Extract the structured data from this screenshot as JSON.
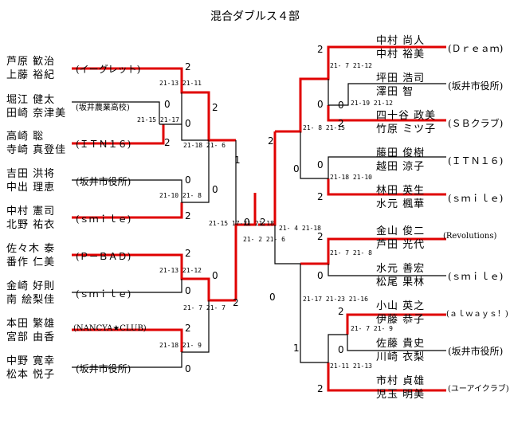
{
  "title": "混合ダブルス４部",
  "teams": [
    {
      "p1": "芦原 歓治",
      "p2": "上藤 裕紀",
      "club": "(イーグレット)"
    },
    {
      "p1": "堀江 健太",
      "p2": "田崎 奈津美",
      "club": "(坂井農業高校)"
    },
    {
      "p1": "高崎 聡",
      "p2": "寺崎 真登佳",
      "club": "(ＩＴＮ１６)"
    },
    {
      "p1": "吉田 洪将",
      "p2": "中出 理恵",
      "club": "(坂井市役所)"
    },
    {
      "p1": "中村 憲司",
      "p2": "北野 祐衣",
      "club": "(ｓｍｉｌｅ)"
    },
    {
      "p1": "佐々木 泰",
      "p2": "番作 仁美",
      "club": "(Ｐ－ＢＡＤ)"
    },
    {
      "p1": "金崎 好則",
      "p2": "南 絵梨佳",
      "club": "(ｓｍｉｌｅ)"
    },
    {
      "p1": "本田 繁雄",
      "p2": "宮部 由香",
      "club": "(NANCYA★CLUB)"
    },
    {
      "p1": "中野 寛幸",
      "p2": "松本 悦子",
      "club": "(坂井市役所)"
    },
    {
      "p1": "中村 尚人",
      "p2": "中村 裕美",
      "club": "(Ｄｒｅａｍ)"
    },
    {
      "p1": "坪田 浩司",
      "p2": "澤田 智",
      "club": "(坂井市役所)"
    },
    {
      "p1": "四十谷 政美",
      "p2": "竹原 ミツ子",
      "club": "(ＳＢクラブ)"
    },
    {
      "p1": "藤田 俊樹",
      "p2": "越田 涼子",
      "club": "(ＩＴＮ１６)"
    },
    {
      "p1": "林田 英生",
      "p2": "水元 楓華",
      "club": "(ｓｍｉｌｅ)"
    },
    {
      "p1": "金山 俊二",
      "p2": "芦田 光代",
      "club": "(Revolutions)"
    },
    {
      "p1": "水元 善宏",
      "p2": "松尾 果林",
      "club": "(ｓｍｉｌｅ)"
    },
    {
      "p1": "小山 英之",
      "p2": "伊藤 恭子",
      "club": "(ａｌｗａｙｓ！)"
    },
    {
      "p1": "佐藤 貴史",
      "p2": "川崎 衣梨",
      "club": "(坂井市役所)"
    },
    {
      "p1": "市村 貞雄",
      "p2": "児玉 明美",
      "club": "(ユーアイクラブ)"
    }
  ],
  "game_counts": {
    "l1": "2",
    "l2": "0",
    "l2b": "0",
    "l3": "2",
    "l4": "0",
    "l5": "2",
    "l6": "2",
    "l7": "0",
    "l8": "2",
    "l9": "0",
    "l_ab": "2",
    "l_cd": "1",
    "l_e": "0",
    "l_f": "2",
    "l_ef": "0",
    "final_l": "0",
    "final_r": "2",
    "r1": "2",
    "r2": "0",
    "r3": "2",
    "r4": "0",
    "r5": "2",
    "r6": "2",
    "r7": "0",
    "r8": "0",
    "r9": "2",
    "r10": "2",
    "r_ab": "2",
    "r_cd": "0",
    "r_e": "0",
    "r_f": "1"
  },
  "scores": {
    "m_l_12": "21-13\n21-11",
    "m_l_23": "21-15\n21-17",
    "m_l_3": "21-18\n21- 6",
    "m_l_45": "21-10\n21- 8",
    "m_l_67": "21-13\n21-12",
    "m_l_67b": "21- 7\n21- 7",
    "m_l_89": "21-18\n21- 9",
    "m_l_semi": "21-15\n17-21\n21-18",
    "m_final": "21- 2\n21- 6",
    "m_r_12": "21- 7\n21-12",
    "m_r_23": "21-19\n21-12",
    "m_r_2": "21- 8\n21-15",
    "m_r_45": "21-18\n21-10",
    "m_r_semi": "21- 4\n21-18",
    "m_r_67": "21- 7\n21- 8",
    "m_r_89": "21- 7\n21- 9",
    "m_r_8b": "21-17\n21-23\n21-16",
    "m_r_9": "21-11\n21-13"
  },
  "colors": {
    "win": "#e00000",
    "lose": "#000000"
  }
}
